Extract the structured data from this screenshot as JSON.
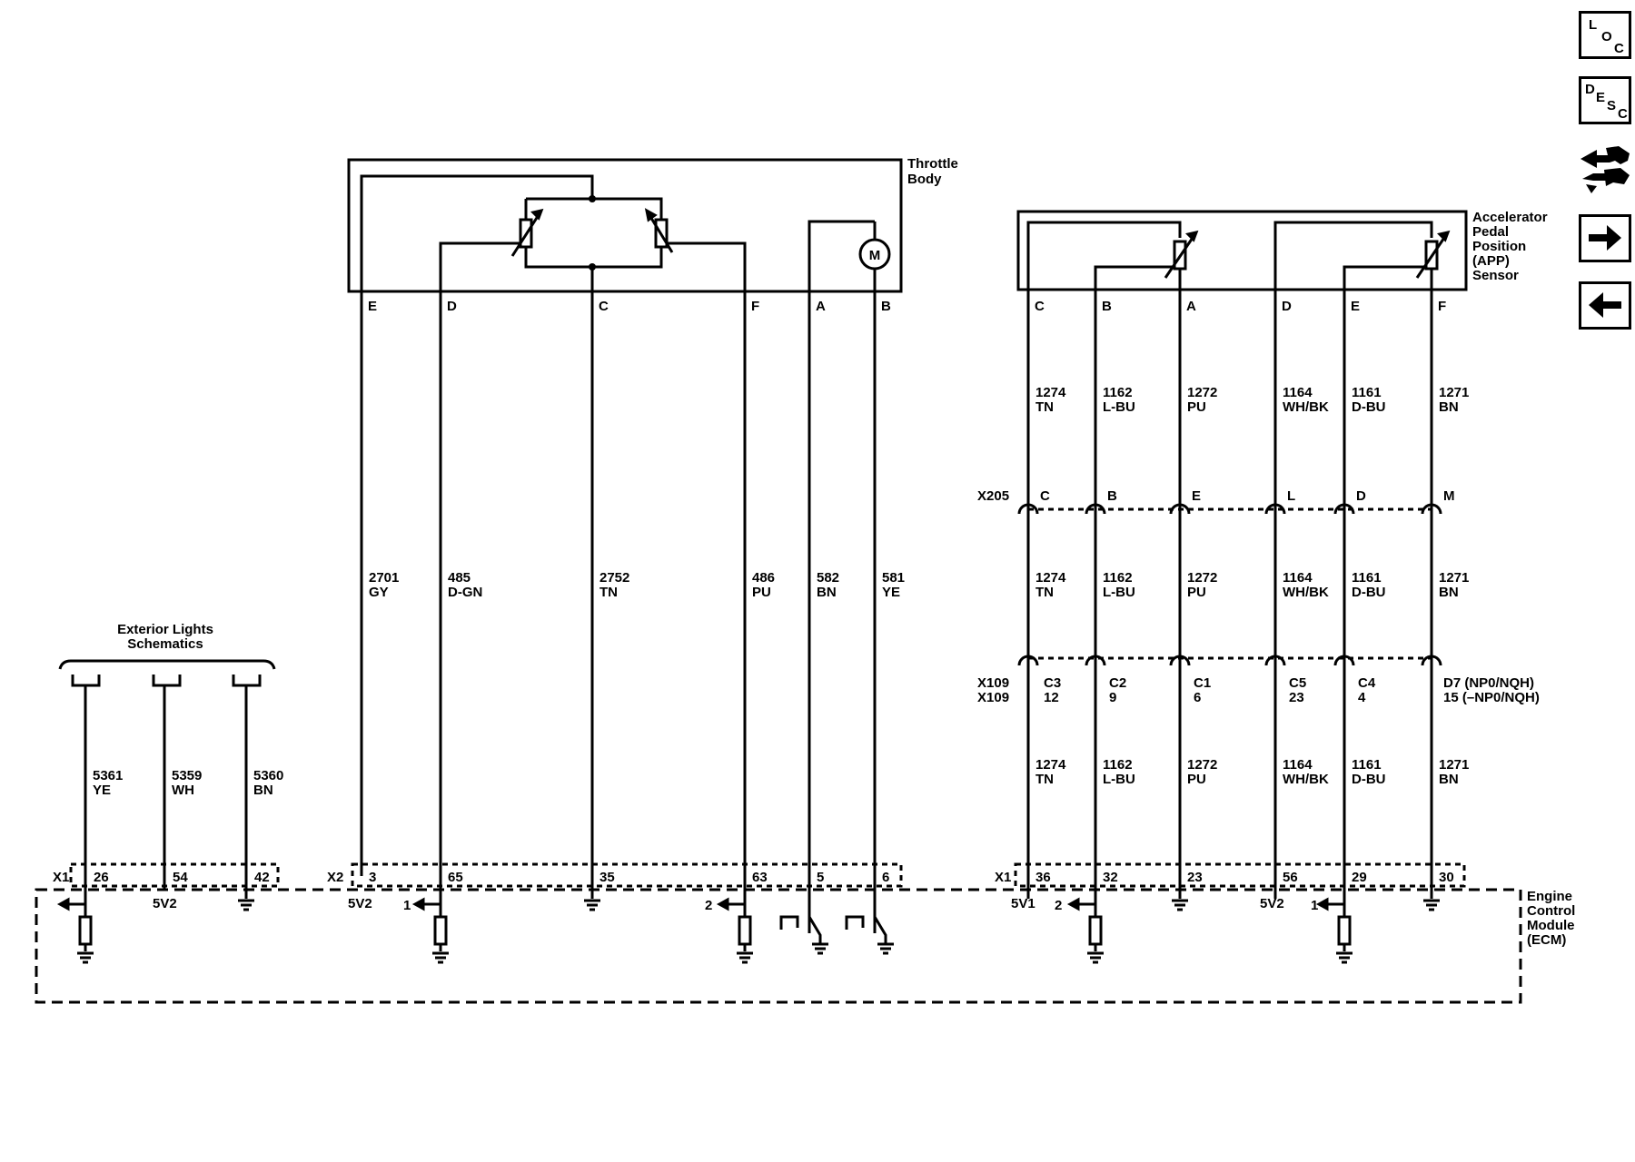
{
  "nav": {
    "loc": {
      "l1": "L",
      "l2": "O",
      "l3": "C"
    },
    "desc": {
      "l1": "D",
      "l2": "E",
      "l3": "S",
      "l4": "C"
    },
    "tool_icon": "connector-tool-icon",
    "next_icon": "arrow-right-icon",
    "prev_icon": "arrow-left-icon"
  },
  "throttle_body": {
    "title_line1": "Throttle",
    "title_line2": "Body",
    "motor_symbol": "M",
    "pins": [
      "E",
      "D",
      "C",
      "F",
      "A",
      "B"
    ],
    "wires": [
      {
        "circuit": "2701",
        "color": "GY"
      },
      {
        "circuit": "485",
        "color": "D-GN"
      },
      {
        "circuit": "2752",
        "color": "TN"
      },
      {
        "circuit": "486",
        "color": "PU"
      },
      {
        "circuit": "582",
        "color": "BN"
      },
      {
        "circuit": "581",
        "color": "YE"
      }
    ],
    "ecm_pins": [
      "3",
      "65",
      "35",
      "63",
      "5",
      "6"
    ]
  },
  "app_sensor": {
    "title": [
      "Accelerator",
      "Pedal",
      "Position",
      "(APP)",
      "Sensor"
    ],
    "pins": [
      "C",
      "B",
      "A",
      "D",
      "E",
      "F"
    ],
    "wires_top": [
      {
        "circuit": "1274",
        "color": "TN"
      },
      {
        "circuit": "1162",
        "color": "L-BU"
      },
      {
        "circuit": "1272",
        "color": "PU"
      },
      {
        "circuit": "1164",
        "color": "WH/BK"
      },
      {
        "circuit": "1161",
        "color": "D-BU"
      },
      {
        "circuit": "1271",
        "color": "BN"
      }
    ],
    "x205_label": "X205",
    "x205_pins": [
      "C",
      "B",
      "E",
      "L",
      "D",
      "M"
    ],
    "x109_label1": "X109",
    "x109_label2": "X109",
    "x109_pins_top": [
      "C3",
      "C2",
      "C1",
      "C5",
      "C4",
      "D7 (NP0/NQH)"
    ],
    "x109_pins_bottom": [
      "12",
      "9",
      "6",
      "23",
      "4",
      "15 (–NP0/NQH)"
    ],
    "ecm_pins": [
      "36",
      "32",
      "23",
      "56",
      "29",
      "30"
    ]
  },
  "exterior_lights": {
    "title_line1": "Exterior Lights",
    "title_line2": "Schematics",
    "wires": [
      {
        "circuit": "5361",
        "color": "YE"
      },
      {
        "circuit": "5359",
        "color": "WH"
      },
      {
        "circuit": "5360",
        "color": "BN"
      }
    ],
    "ecm_pins": [
      "26",
      "54",
      "42"
    ]
  },
  "ecm": {
    "title": [
      "Engine",
      "Control",
      "Module",
      "(ECM)"
    ],
    "connector_x1_left": "X1",
    "connector_x2": "X2",
    "connector_x1_right": "X1",
    "ref_5v2_left": "5V2",
    "ref_5v2_mid": "5V2",
    "ref_5v1": "5V1",
    "ref_5v2_right": "5V2",
    "sig1_a": "1",
    "sig2_a": "2",
    "sig2_b": "2",
    "sig1_b": "1"
  }
}
